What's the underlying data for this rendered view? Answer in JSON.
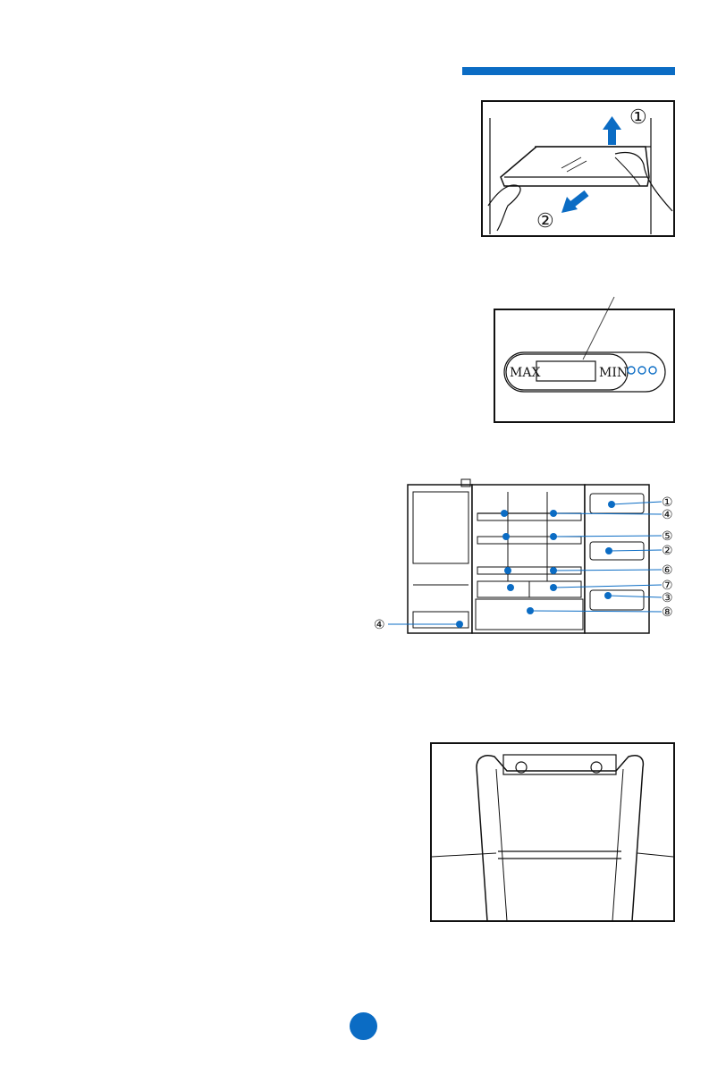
{
  "colors": {
    "accent": "#0b6cc4",
    "line": "#111111"
  },
  "shelf_removal": {
    "steps": [
      "①",
      "②"
    ]
  },
  "humidity_control": {
    "max_label": "MAX",
    "min_label": "MIN"
  },
  "fridge_parts": {
    "callouts": [
      "①",
      "④",
      "⑤",
      "②",
      "⑥",
      "⑦",
      "③",
      "⑧",
      "④"
    ]
  }
}
